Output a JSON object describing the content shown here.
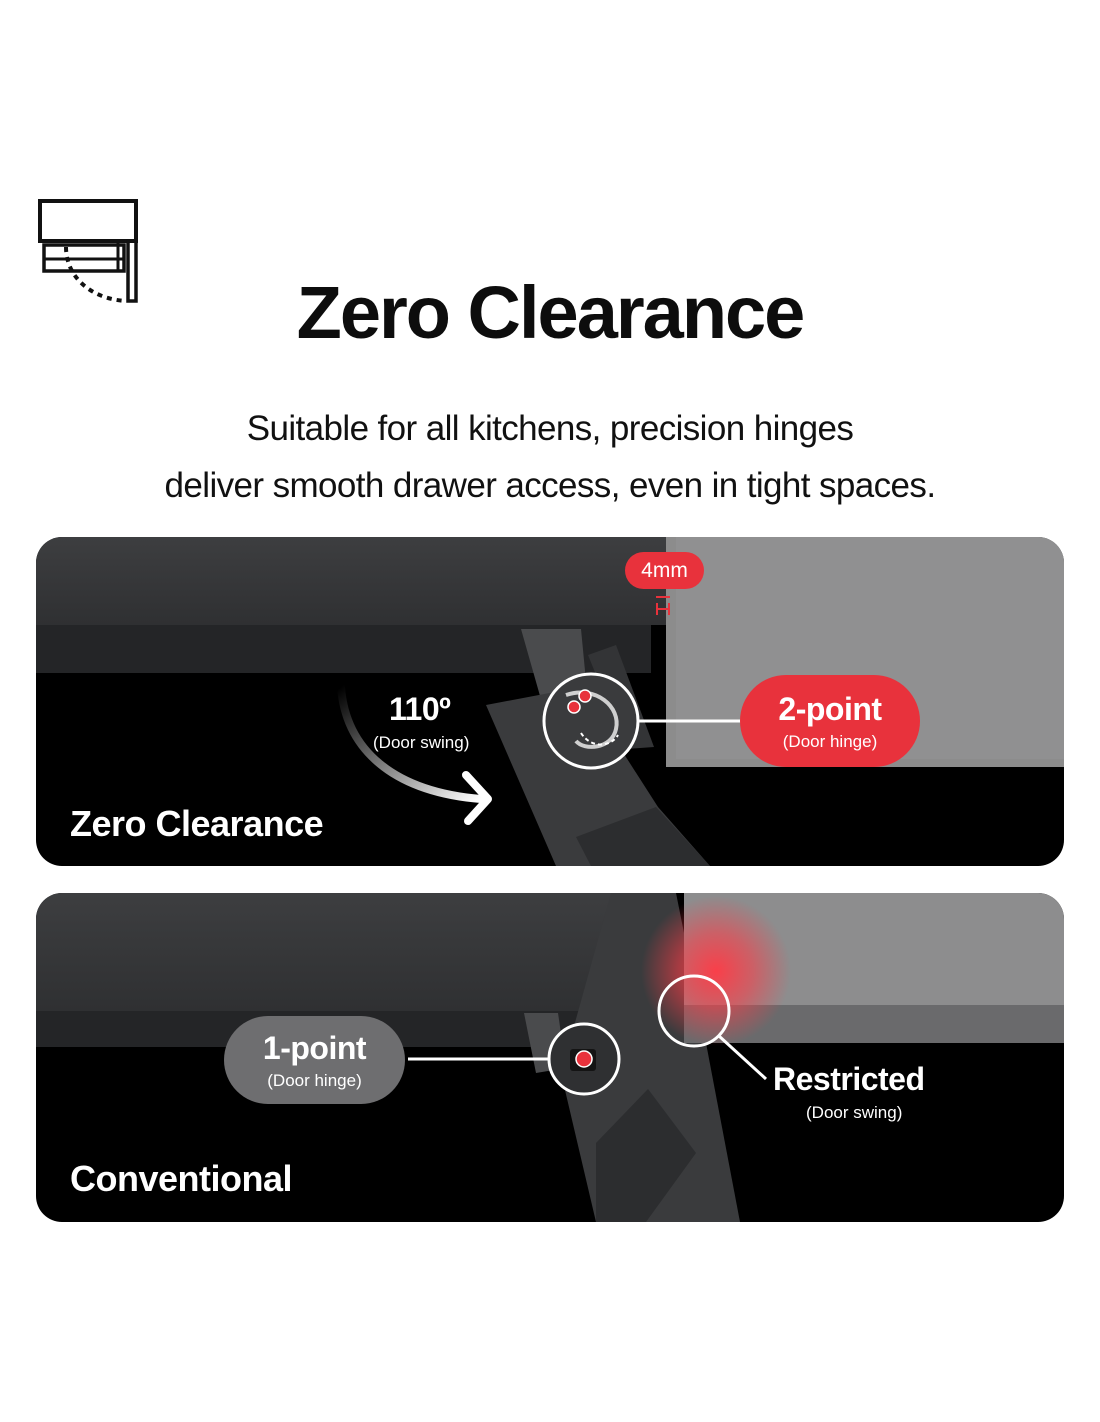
{
  "header": {
    "icon": "drawer-swing-icon",
    "title": "Zero Clearance",
    "subtitle_line1": "Suitable for all kitchens, precision hinges",
    "subtitle_line2": "deliver smooth drawer access, even in tight spaces."
  },
  "panel_zero": {
    "label": "Zero Clearance",
    "gap_badge": "4mm",
    "swing_value": "110º",
    "swing_caption": "(Door swing)",
    "hinge_title": "2-point",
    "hinge_caption": "(Door hinge)"
  },
  "panel_conventional": {
    "label": "Conventional",
    "hinge_title": "1-point",
    "hinge_caption": "(Door hinge)",
    "restricted_title": "Restricted",
    "restricted_caption": "(Door swing)"
  },
  "colors": {
    "accent_red": "#e8323c",
    "panel_dark": "#000000",
    "cabinet_gray": "#3a3b3d",
    "pill_gray": "#6e6e70"
  }
}
